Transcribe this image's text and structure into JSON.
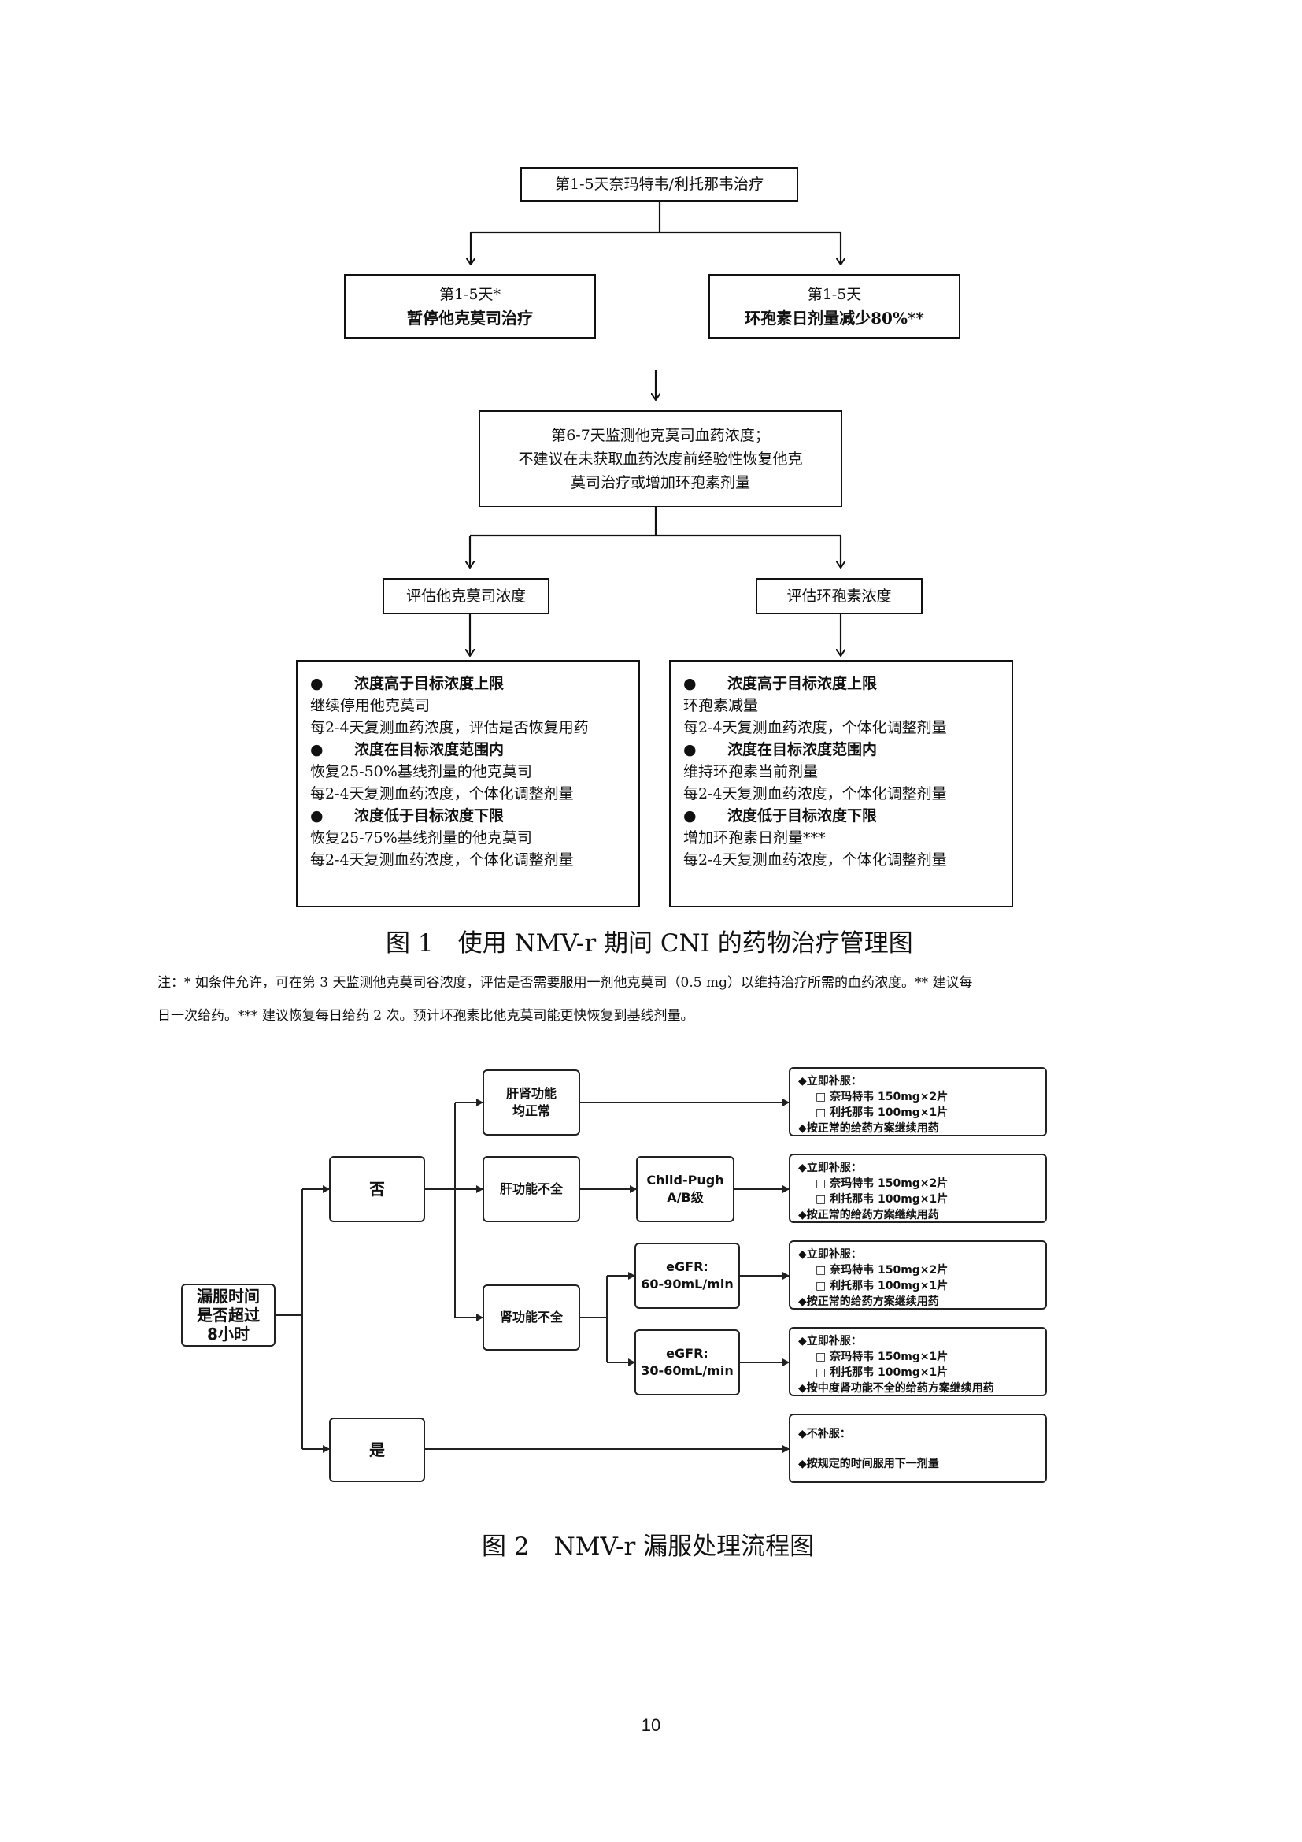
{
  "figure1": {
    "top_box": "第1-5天奈玛特韦/利托那韦治疗",
    "left_box": {
      "line1": "第1-5天*",
      "line2": "暂停他克莫司治疗"
    },
    "right_box": {
      "line1": "第1-5天",
      "line2": "环孢素日剂量减少80%**"
    },
    "monitor_box": {
      "line1": "第6-7天监测他克莫司血药浓度；",
      "line2": "不建议在未获取血药浓度前经验性恢复他克",
      "line3": "莫司治疗或增加环孢素剂量"
    },
    "assess_left": "评估他克莫司浓度",
    "assess_right": "评估环孢素浓度",
    "tac_list": {
      "bullet": "●",
      "h1": "浓度高于目标浓度上限",
      "h1_l1": "继续停用他克莫司",
      "h1_l2": "每2-4天复测血药浓度，评估是否恢复用药",
      "h2": "浓度在目标浓度范围内",
      "h2_l1": "恢复25-50%基线剂量的他克莫司",
      "h2_l2": "每2-4天复测血药浓度，个体化调整剂量",
      "h3": "浓度低于目标浓度下限",
      "h3_l1": "恢复25-75%基线剂量的他克莫司",
      "h3_l2": "每2-4天复测血药浓度，个体化调整剂量"
    },
    "csa_list": {
      "bullet": "●",
      "h1": "浓度高于目标浓度上限",
      "h1_l1": "环孢素减量",
      "h1_l2": "每2-4天复测血药浓度，个体化调整剂量",
      "h2": "浓度在目标浓度范围内",
      "h2_l1": "维持环孢素当前剂量",
      "h2_l2": "每2-4天复测血药浓度，个体化调整剂量",
      "h3": "浓度低于目标浓度下限",
      "h3_l1": "增加环孢素日剂量***",
      "h3_l2": "每2-4天复测血药浓度，个体化调整剂量"
    },
    "caption": "图 1　使用 NMV-r 期间 CNI 的药物治疗管理图",
    "note_line1": "注：* 如条件允许，可在第 3 天监测他克莫司谷浓度，评估是否需要服用一剂他克莫司（0.5 mg）以维持治疗所需的血药浓度。** 建议每",
    "note_line2": "日一次给药。*** 建议恢复每日给药 2 次。预计环孢素比他克莫司能更快恢复到基线剂量。"
  },
  "figure2": {
    "start": {
      "l1": "漏服时间",
      "l2": "是否超过",
      "l3": "8小时"
    },
    "no": "否",
    "yes": "是",
    "liver_kidney_normal": {
      "l1": "肝肾功能",
      "l2": "均正常"
    },
    "liver_insufficient": "肝功能不全",
    "kidney_insufficient": "肾功能不全",
    "child_pugh": {
      "l1": "Child-Pugh",
      "l2": "A/B级"
    },
    "egfr_high": {
      "l1": "eGFR:",
      "l2": "60-90mL/min"
    },
    "egfr_low": {
      "l1": "eGFR:",
      "l2": "30-60mL/min"
    },
    "r1": {
      "t": "◆立即补服：",
      "a": "□ 奈玛特韦 150mg×2片",
      "b": "□ 利托那韦 100mg×1片",
      "c": "◆按正常的给药方案继续用药"
    },
    "r2": {
      "t": "◆立即补服：",
      "a": "□ 奈玛特韦 150mg×2片",
      "b": "□ 利托那韦 100mg×1片",
      "c": "◆按正常的给药方案继续用药"
    },
    "r3": {
      "t": "◆立即补服：",
      "a": "□ 奈玛特韦 150mg×2片",
      "b": "□ 利托那韦 100mg×1片",
      "c": "◆按正常的给药方案继续用药"
    },
    "r4": {
      "t": "◆立即补服：",
      "a": "□ 奈玛特韦 150mg×1片",
      "b": "□ 利托那韦 100mg×1片",
      "c": "◆按中度肾功能不全的给药方案继续用药"
    },
    "r5": {
      "t": "◆不补服：",
      "c": "◆按规定的时间服用下一剂量"
    },
    "caption": "图 2　NMV-r 漏服处理流程图"
  },
  "page_number": "10"
}
